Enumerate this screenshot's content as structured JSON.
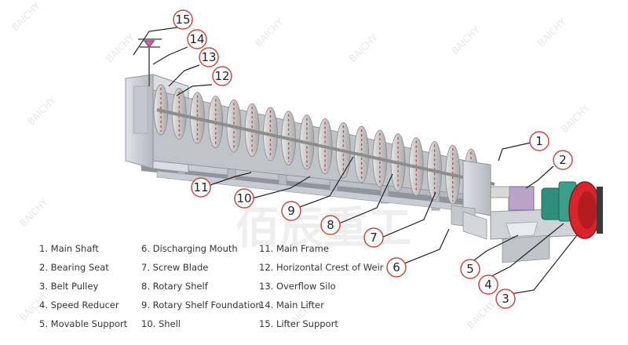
{
  "callouts": [
    "1",
    "2",
    "3",
    "4",
    "5",
    "6",
    "7",
    "8",
    "9",
    "10",
    "11",
    "12",
    "13",
    "14",
    "15"
  ],
  "legend": [
    {
      "num": "1",
      "label": "Main Shaft"
    },
    {
      "num": "2",
      "label": "Bearing Seat"
    },
    {
      "num": "3",
      "label": "Belt Pulley"
    },
    {
      "num": "4",
      "label": "Speed Reducer"
    },
    {
      "num": "5",
      "label": "Movable Support"
    },
    {
      "num": "6",
      "label": "Discharging Mouth"
    },
    {
      "num": "7",
      "label": "Screw Blade"
    },
    {
      "num": "8",
      "label": "Rotary Shelf"
    },
    {
      "num": "9",
      "label": "Rotary Shelf Foundation"
    },
    {
      "num": "10",
      "label": "Shell"
    },
    {
      "num": "11",
      "label": "Main Frame"
    },
    {
      "num": "12",
      "label": "Horizontal Crest of Weir"
    },
    {
      "num": "13",
      "label": "Overflow Silo"
    },
    {
      "num": "14",
      "label": "Main Lifter"
    },
    {
      "num": "15",
      "label": "Lifter Support"
    }
  ],
  "watermark": {
    "brand": "BAICHY",
    "chinese": "佰辰重工"
  },
  "colors": {
    "frame": "#c9cdd2",
    "frame_dark": "#9aa0a6",
    "blade": "#cfcfcf",
    "blade_red": "#c0504d",
    "callout_ring": "#d04a3c",
    "reducer": "#2f8f7c",
    "pulley": "#d9252a",
    "bearing": "#b9a3c9"
  }
}
